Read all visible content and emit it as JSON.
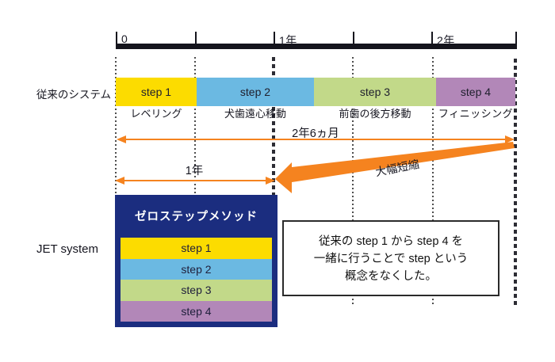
{
  "palette": {
    "navy": "#1B2D7F",
    "orange": "#F5831F",
    "ruler": "#15151D"
  },
  "timeline": {
    "tick_labels": [
      "0",
      "1年",
      "2年"
    ]
  },
  "conventional": {
    "row_label": "従来のシステム",
    "steps": [
      {
        "label": "step 1",
        "phase": "レベリング",
        "color": "#FCDC00"
      },
      {
        "label": "step 2",
        "phase": "犬歯遠心移動",
        "color": "#6BB9E2"
      },
      {
        "label": "step 3",
        "phase": "前歯の後方移動",
        "color": "#C2D989"
      },
      {
        "label": "step 4",
        "phase": "フィニッシング",
        "color": "#B287B8"
      }
    ],
    "total_label": "2年6ヵ月"
  },
  "jet": {
    "row_label": "JET system",
    "duration_label": "1年",
    "box_title": "ゼロステップメソッド",
    "steps": [
      {
        "label": "step 1",
        "color": "#FCDC00"
      },
      {
        "label": "step 2",
        "color": "#6BB9E2"
      },
      {
        "label": "step 3",
        "color": "#C2D989"
      },
      {
        "label": "step 4",
        "color": "#B287B8"
      }
    ]
  },
  "annotation": {
    "shrink_label": "大幅短縮"
  },
  "note": {
    "lines": [
      "従来の step 1 から step 4 を",
      "一緒に行うことで step という",
      "概念をなくした。"
    ]
  }
}
